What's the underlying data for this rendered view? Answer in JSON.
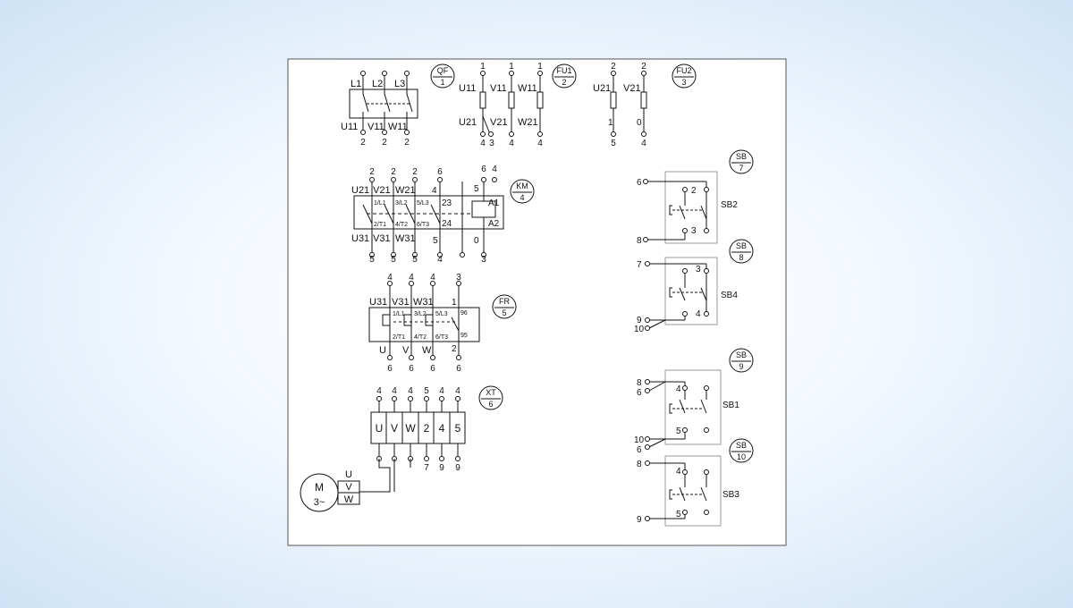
{
  "colors": {
    "ink": "#111111",
    "frame": "#555555",
    "sheet": "#ffffff",
    "dashed": "#444444"
  },
  "tags": {
    "qf": {
      "name": "QF",
      "num": "1"
    },
    "fu1": {
      "name": "FU1",
      "num": "2"
    },
    "fu2": {
      "name": "FU2",
      "num": "3"
    },
    "km": {
      "name": "KM",
      "num": "4"
    },
    "fr": {
      "name": "FR",
      "num": "5"
    },
    "xt": {
      "name": "XT",
      "num": "6"
    },
    "sb7": {
      "name": "SB",
      "num": "7"
    },
    "sb8": {
      "name": "SB",
      "num": "8"
    },
    "sb9": {
      "name": "SB",
      "num": "9"
    },
    "sb10": {
      "name": "SB",
      "num": "10"
    }
  },
  "qf": {
    "top_labels": [
      "L1",
      "L2",
      "L3"
    ],
    "bottom_labels": [
      "U11",
      "V11",
      "W11"
    ],
    "bottom_terms": [
      "2",
      "2",
      "2"
    ]
  },
  "fu1": {
    "top_terms": [
      "1",
      "1",
      "1"
    ],
    "in_labels": [
      "U11",
      "V11",
      "W11"
    ],
    "out_labels": [
      "U21",
      "V21",
      "W21"
    ],
    "bottom_terms": [
      "4",
      "3",
      "4",
      "4"
    ]
  },
  "fu2": {
    "top_terms": [
      "2",
      "2"
    ],
    "in_labels": [
      "U21",
      "V21"
    ],
    "out_labels": [
      "1",
      "0"
    ],
    "bottom_terms": [
      "5",
      "4"
    ]
  },
  "km": {
    "top_terms": [
      "2",
      "2",
      "2",
      "6",
      "6",
      "4"
    ],
    "in_labels": [
      "U21",
      "V21",
      "W21",
      "4",
      "5"
    ],
    "pin_top": [
      "1/L1",
      "3/L2",
      "5/L3",
      "23",
      "A1"
    ],
    "pin_bottom": [
      "2/T1",
      "4/T2",
      "6/T3",
      "24",
      "A2"
    ],
    "out_labels": [
      "U31",
      "V31",
      "W31",
      "5",
      "0"
    ],
    "bottom_terms": [
      "5",
      "5",
      "5",
      "4",
      "3"
    ]
  },
  "fr": {
    "top_terms": [
      "4",
      "4",
      "4",
      "3"
    ],
    "in_labels": [
      "U31",
      "V31",
      "W31",
      "1"
    ],
    "pin_top": [
      "1/L1",
      "3/L2",
      "5/L3",
      "96"
    ],
    "pin_bottom": [
      "2/T1",
      "4/T2",
      "6/T3",
      "95"
    ],
    "out_labels": [
      "U",
      "V",
      "W",
      "2"
    ],
    "bottom_terms": [
      "6",
      "6",
      "6",
      "6"
    ]
  },
  "xt": {
    "top_terms": [
      "4",
      "4",
      "4",
      "5",
      "4",
      "4"
    ],
    "cells": [
      "U",
      "V",
      "W",
      "2",
      "4",
      "5"
    ],
    "bottom_terms": [
      "7",
      "9",
      "9"
    ]
  },
  "motor": {
    "symbol": "M",
    "phase": "3~",
    "phases": [
      "U",
      "V",
      "W"
    ]
  },
  "sb2": {
    "label": "SB2",
    "left_terms": [
      "6",
      "8"
    ],
    "inner": [
      "2",
      "3"
    ]
  },
  "sb4": {
    "label": "SB4",
    "left_terms": [
      "7",
      "9",
      "10"
    ],
    "inner": [
      "3",
      "4"
    ]
  },
  "sb1": {
    "label": "SB1",
    "left_terms": [
      "8",
      "6",
      "10",
      "6"
    ],
    "inner": [
      "4",
      "5"
    ]
  },
  "sb3": {
    "label": "SB3",
    "left_terms": [
      "8",
      "9"
    ],
    "inner": [
      "4",
      "5"
    ]
  }
}
